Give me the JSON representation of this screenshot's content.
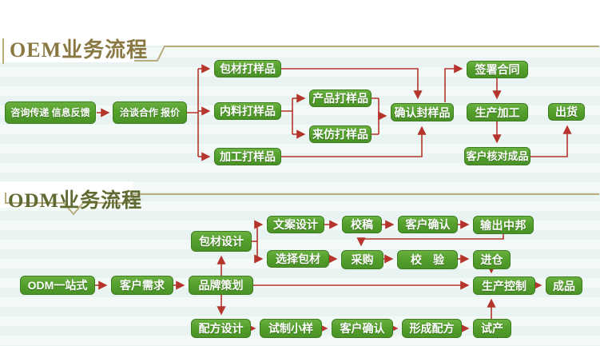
{
  "colors": {
    "box_green": "#54a02d",
    "box_border": "#3c7d1d",
    "arrow_red": "#b5342b",
    "frame_line": "#b9ac7e",
    "oem_title_color": "#8a7843",
    "odm_title_color": "#5f6b33",
    "background": "#edf6f3",
    "box_text": "#ffffff"
  },
  "oem": {
    "title": "OEM业务流程",
    "nodes": {
      "consult": {
        "label": "咨询传递 信息反馈"
      },
      "negotiate": {
        "label": "洽谈合作 报价"
      },
      "pack_sample": {
        "label": "包材打样品"
      },
      "inner_sample": {
        "label": "内料打样品"
      },
      "product_sample": {
        "label": "产品打样品"
      },
      "imitation_sample": {
        "label": "来仿打样品"
      },
      "process_sample": {
        "label": "加工打样品"
      },
      "confirm_sample": {
        "label": "确认封样品"
      },
      "sign_contract": {
        "label": "签署合同"
      },
      "production": {
        "label": "生产加工"
      },
      "customer_check": {
        "label": "客户核对成品"
      },
      "ship": {
        "label": "出货"
      }
    }
  },
  "odm": {
    "title": "ODM业务流程",
    "nodes": {
      "pack_design": {
        "label": "包材设计"
      },
      "copy_design": {
        "label": "文案设计"
      },
      "proofread": {
        "label": "校稿"
      },
      "customer_confirm_a": {
        "label": "客户确认"
      },
      "output_zhongbang": {
        "label": "输出中邦"
      },
      "select_pack": {
        "label": "选择包材"
      },
      "purchase": {
        "label": "采购"
      },
      "verify": {
        "label": "校　验"
      },
      "warehouse": {
        "label": "进仓"
      },
      "one_stop": {
        "label": "ODM一站式"
      },
      "customer_needs": {
        "label": "客户需求"
      },
      "brand_planning": {
        "label": "品牌策划"
      },
      "production_control": {
        "label": "生产控制"
      },
      "finished": {
        "label": "成品"
      },
      "formula_design": {
        "label": "配方设计"
      },
      "trial_sample": {
        "label": "试制小样"
      },
      "customer_confirm_b": {
        "label": "客户确认"
      },
      "form_formula": {
        "label": "形成配方"
      },
      "trial_production": {
        "label": "试产"
      }
    }
  }
}
